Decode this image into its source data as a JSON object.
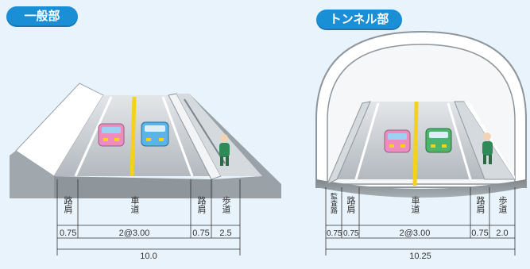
{
  "panels": {
    "general": {
      "title": "一般部",
      "segments": [
        {
          "label": "路肩",
          "value": "0.75"
        },
        {
          "label": "車道",
          "value": "2@3.00"
        },
        {
          "label": "路肩",
          "value": "0.75"
        },
        {
          "label": "歩道",
          "value": "2.5"
        }
      ],
      "total": "10.0"
    },
    "tunnel": {
      "title": "トンネル部",
      "segments": [
        {
          "label": "監査路",
          "value": "0.75"
        },
        {
          "label": "路肩",
          "value": "0.75"
        },
        {
          "label": "車道",
          "value": "2@3.00"
        },
        {
          "label": "路肩",
          "value": "0.75"
        },
        {
          "label": "歩道",
          "value": "2.0"
        }
      ],
      "total": "10.25"
    }
  },
  "colors": {
    "background": "#e8f3fb",
    "badge": "#1a8fd6",
    "road": "#c9cfd4",
    "center_line": "#f4d21a",
    "tunnel_wall": "#8e969c"
  }
}
